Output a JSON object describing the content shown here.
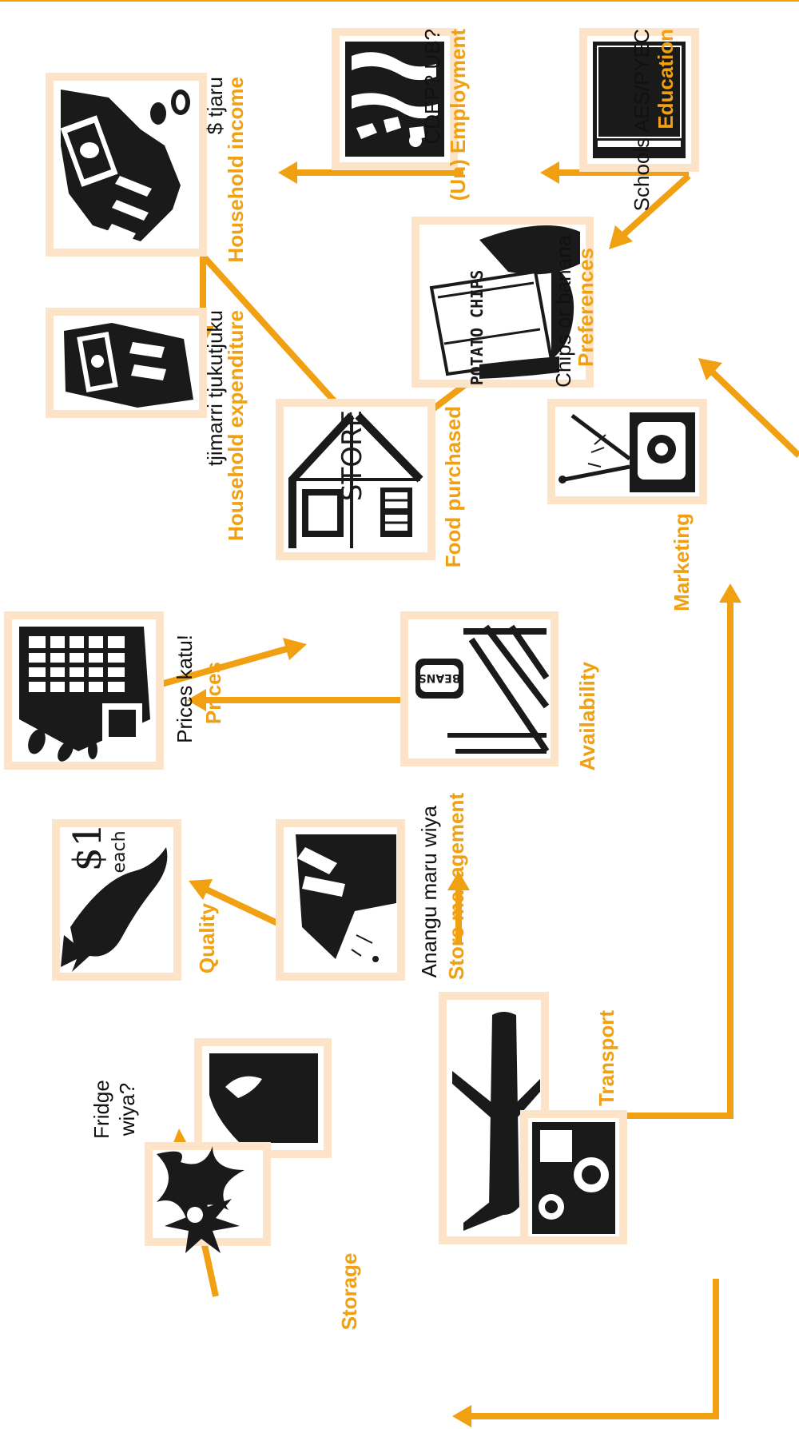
{
  "colors": {
    "accent": "#f0a010",
    "frame": "#fde3c8",
    "ink": "#1a1a1a"
  },
  "nodes": {
    "employment": {
      "title": "(Un) Employment",
      "note": "CDEP? UB?",
      "icon": "worker-hands-icon"
    },
    "education": {
      "title": "Education",
      "note": "Schools AES/PYEC",
      "icon": "chalkboard-icon"
    },
    "household_income": {
      "title": "Household income",
      "note": "$ tjaru",
      "icon": "hand-with-money-icon"
    },
    "preferences": {
      "title": "Preferences",
      "note": "Chips or banana",
      "icon": "potato-chips-icon",
      "chips_text": "POTATO CHIPS"
    },
    "household_expenditure": {
      "title": "Household expenditure",
      "note": "tjimarri tjukutjuku",
      "icon": "wallet-icon"
    },
    "food_purchased": {
      "title": "Food purchased",
      "icon": "store-icon",
      "store_text": "STORE"
    },
    "marketing": {
      "title": "Marketing",
      "icon": "television-icon"
    },
    "prices": {
      "title": "Prices",
      "note": "Prices katu!",
      "icon": "cash-register-icon"
    },
    "availability": {
      "title": "Availability",
      "icon": "shelf-beans-icon",
      "beans_text": "BEANS"
    },
    "store_management": {
      "title": "Store management",
      "note": "Anangu maru wiya",
      "icon": "manager-hand-icon"
    },
    "quality": {
      "title": "Quality",
      "icon": "price-tag-carrot-icon",
      "tag_text": "$1",
      "tag_sub": "each"
    },
    "transport": {
      "title": "Transport",
      "icon": "airplane-truck-icon"
    },
    "storage": {
      "title": "Storage",
      "note": "Fridge wiya?",
      "icon": "sun-heat-icon"
    }
  }
}
